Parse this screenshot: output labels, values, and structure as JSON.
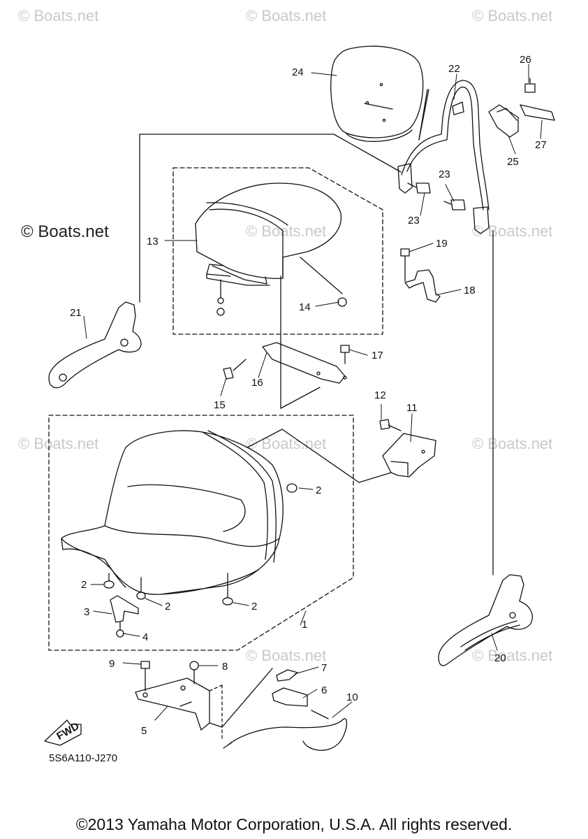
{
  "watermark": {
    "text": "© Boats.net",
    "instances": 11
  },
  "diagram": {
    "code": "5S6A110-J270",
    "fwd_label": "FWD",
    "callouts": [
      {
        "id": "c1",
        "label": "1"
      },
      {
        "id": "c2a",
        "label": "2"
      },
      {
        "id": "c2b",
        "label": "2"
      },
      {
        "id": "c2c",
        "label": "2"
      },
      {
        "id": "c2d",
        "label": "2"
      },
      {
        "id": "c3",
        "label": "3"
      },
      {
        "id": "c4",
        "label": "4"
      },
      {
        "id": "c5",
        "label": "5"
      },
      {
        "id": "c6",
        "label": "6"
      },
      {
        "id": "c7",
        "label": "7"
      },
      {
        "id": "c8",
        "label": "8"
      },
      {
        "id": "c9",
        "label": "9"
      },
      {
        "id": "c10",
        "label": "10"
      },
      {
        "id": "c11",
        "label": "11"
      },
      {
        "id": "c12",
        "label": "12"
      },
      {
        "id": "c13",
        "label": "13"
      },
      {
        "id": "c14",
        "label": "14"
      },
      {
        "id": "c15",
        "label": "15"
      },
      {
        "id": "c16",
        "label": "16"
      },
      {
        "id": "c17",
        "label": "17"
      },
      {
        "id": "c18",
        "label": "18"
      },
      {
        "id": "c19",
        "label": "19"
      },
      {
        "id": "c20",
        "label": "20"
      },
      {
        "id": "c21",
        "label": "21"
      },
      {
        "id": "c22",
        "label": "22"
      },
      {
        "id": "c23a",
        "label": "23"
      },
      {
        "id": "c23b",
        "label": "23"
      },
      {
        "id": "c24",
        "label": "24"
      },
      {
        "id": "c25",
        "label": "25"
      },
      {
        "id": "c26",
        "label": "26"
      },
      {
        "id": "c27",
        "label": "27"
      }
    ]
  },
  "footer": {
    "copyright": "©2013 Yamaha Motor Corporation, U.S.A. All rights reserved."
  }
}
